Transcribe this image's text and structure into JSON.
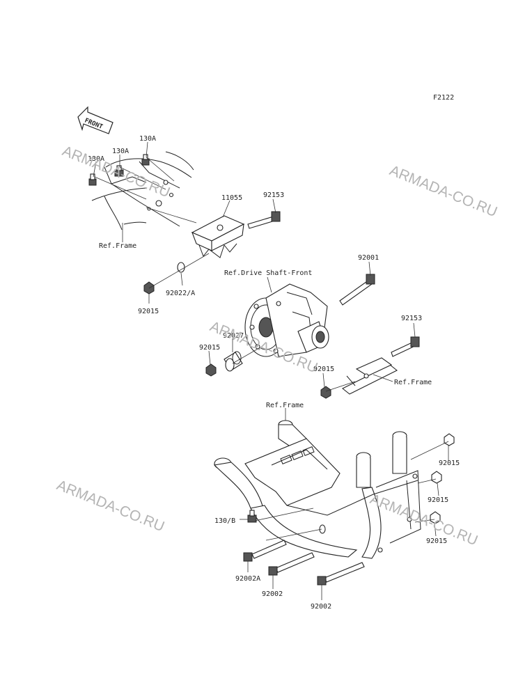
{
  "figure_code": "F2122",
  "front_arrow_label": "FRONT",
  "watermark": "ARMADA-CO.RU",
  "parts": {
    "p130A_1": "130A",
    "p130A_2": "130A",
    "p130A_3": "130A",
    "p11055": "11055",
    "p92153_top": "92153",
    "ref_frame_top": "Ref.Frame",
    "p92022A": "92022/A",
    "p92015_a": "92015",
    "ref_drive_shaft": "Ref.Drive Shaft-Front",
    "p92001": "92001",
    "p92027": "92027",
    "p92015_b": "92015",
    "p92153_mid": "92153",
    "p92015_c": "92015",
    "ref_frame_right": "Ref.Frame",
    "ref_frame_bottom": "Ref.Frame",
    "p92015_d": "92015",
    "p92015_e": "92015",
    "p92015_f": "92015",
    "p130B": "130/B",
    "p92002A": "92002A",
    "p92002_1": "92002",
    "p92002_2": "92002"
  }
}
